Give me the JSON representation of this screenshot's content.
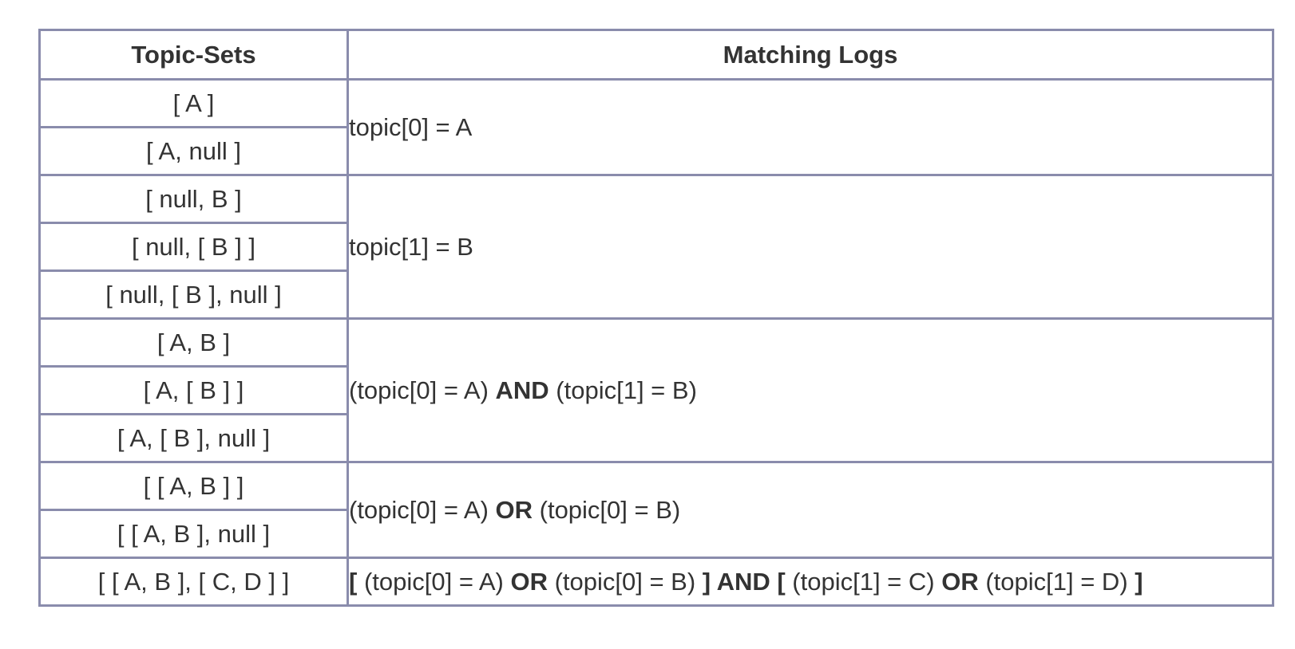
{
  "table": {
    "headers": [
      "Topic-Sets",
      "Matching Logs"
    ],
    "groups": [
      {
        "sets": [
          "[ A ]",
          "[ A, null ]"
        ],
        "match": [
          {
            "t": "topic[0] = A",
            "b": false
          }
        ]
      },
      {
        "sets": [
          "[ null, B ]",
          "[ null, [ B ] ]",
          "[ null, [ B ], null ]"
        ],
        "match": [
          {
            "t": "topic[1] = B",
            "b": false
          }
        ]
      },
      {
        "sets": [
          "[ A, B ]",
          "[ A, [ B ] ]",
          "[ A, [ B ], null ]"
        ],
        "match": [
          {
            "t": "(topic[0] = A) ",
            "b": false
          },
          {
            "t": "AND",
            "b": true
          },
          {
            "t": " (topic[1] = B)",
            "b": false
          }
        ]
      },
      {
        "sets": [
          "[ [ A, B ] ]",
          "[ [ A, B ], null ]"
        ],
        "match": [
          {
            "t": "(topic[0] = A) ",
            "b": false
          },
          {
            "t": "OR",
            "b": true
          },
          {
            "t": " (topic[0] = B)",
            "b": false
          }
        ]
      },
      {
        "sets": [
          "[ [ A, B ], [ C, D ] ]"
        ],
        "match": [
          {
            "t": "[",
            "b": true
          },
          {
            "t": " (topic[0] = A) ",
            "b": false
          },
          {
            "t": "OR",
            "b": true
          },
          {
            "t": " (topic[0] = B) ",
            "b": false
          },
          {
            "t": "] AND [",
            "b": true
          },
          {
            "t": " (topic[1] = C) ",
            "b": false
          },
          {
            "t": "OR",
            "b": true
          },
          {
            "t": " (topic[1] = D) ",
            "b": false
          },
          {
            "t": "]",
            "b": true
          }
        ]
      }
    ]
  },
  "colors": {
    "border": "#8a8cac",
    "text": "#333333"
  }
}
